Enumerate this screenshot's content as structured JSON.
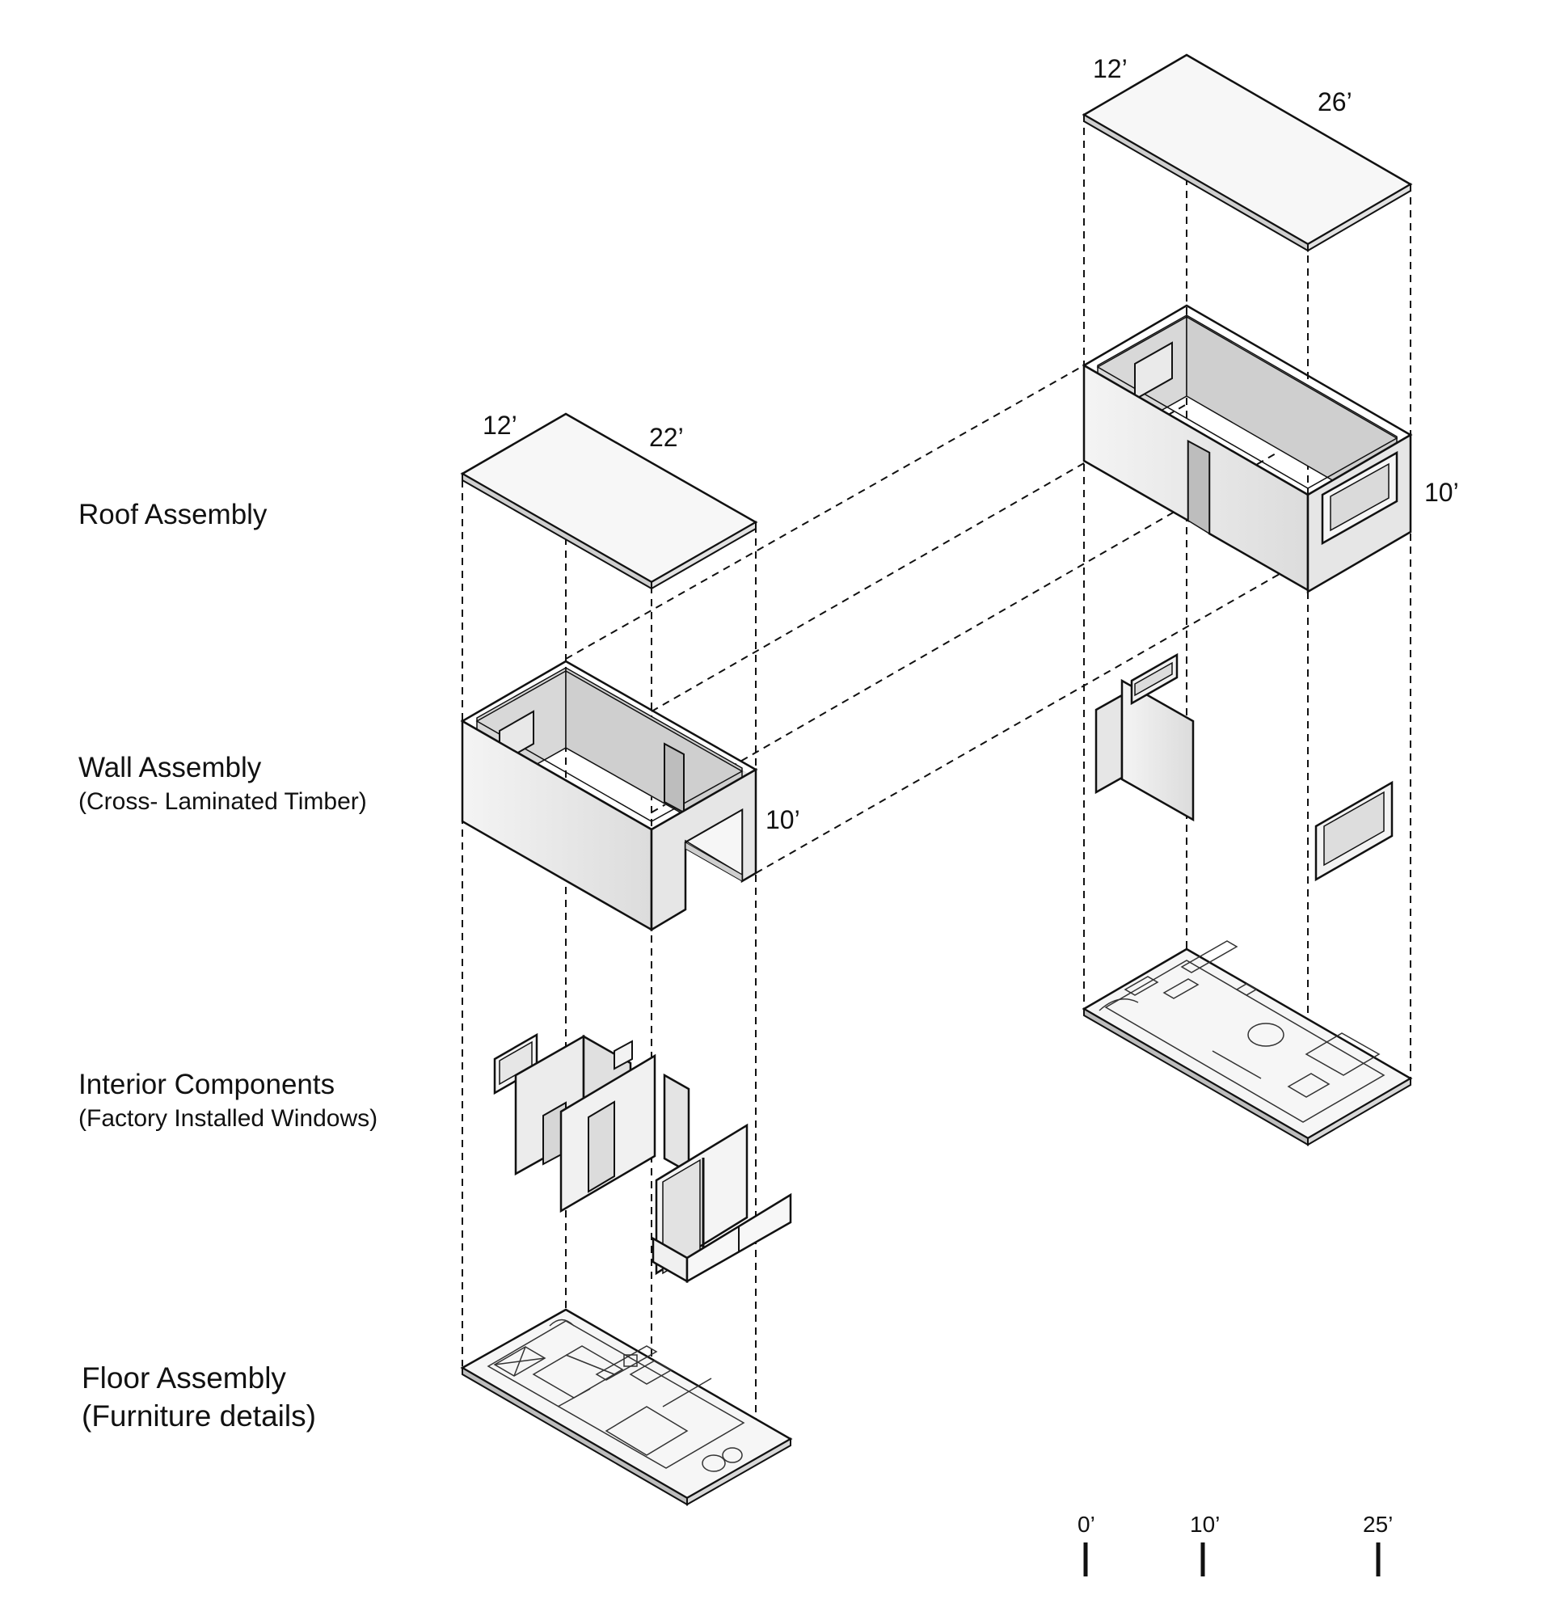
{
  "labels": {
    "roof": "Roof Assembly",
    "wall": "Wall Assembly",
    "wall_sub": "(Cross- Laminated Timber)",
    "interior": "Interior Components",
    "interior_sub": "(Factory Installed Windows)",
    "floor": "Floor Assembly",
    "floor_sub": "(Furniture details)"
  },
  "small_module": {
    "width": "12’",
    "length": "22’",
    "height": "10’"
  },
  "large_module": {
    "width": "12’",
    "length": "26’",
    "height": "10’"
  },
  "scale_bar": [
    "0’",
    "10’",
    "25’"
  ],
  "colors": {
    "line": "#111111",
    "panel": "#ececec",
    "panel_dark": "#d9d9d9",
    "roof": "#f7f7f7"
  }
}
